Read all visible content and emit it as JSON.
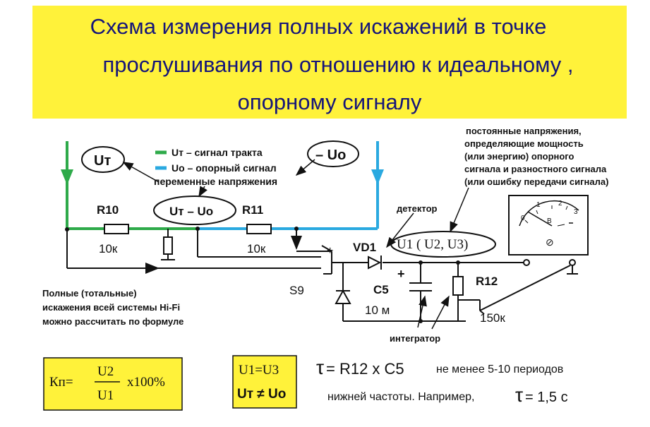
{
  "title": {
    "line1": "Схема измерения полных  искажений в точке",
    "line2": "прослушивания по отношению к идеальному ,",
    "line3": "опорному сигналу"
  },
  "colors": {
    "title_bg": "#fff23a",
    "title_text": "#15157a",
    "signal_path": "#2eaa4a",
    "reference_path": "#2aa9e0",
    "wire": "#111111"
  },
  "legend": {
    "ut_label": "Uт",
    "uo_label": "– Uo",
    "ut_desc": "Uт – сигнал тракта",
    "uo_desc": "Uo – опорный сигнал",
    "ac_voltages": "переменные напряжения"
  },
  "components": {
    "r10": "R10",
    "r10_value": "10к",
    "r11": "R11",
    "r11_value": "10к",
    "diff_label": "Uт – Uo",
    "switch": "S9",
    "vd1": "VD1",
    "c5": "C5",
    "c5_value": "10 м",
    "r12": "R12",
    "r12_value": "150к",
    "u_labels": "U1 ( U2, U3)"
  },
  "meter": {
    "scale": [
      "0",
      "1",
      "2",
      "3"
    ],
    "letter": "В",
    "adjust": "⊘"
  },
  "annotations": {
    "detector": "детектор",
    "integrator": "интегратор",
    "dc_voltages": [
      "постоянные напряжения,",
      "определяющие мощность",
      "(или энергию) опорного",
      "сигнала и разностного сигнала",
      "(или ошибку передачи сигнала)"
    ],
    "distortion_note": [
      "Полные (тотальные)",
      "искажения всей системы Hi-Fi",
      "можно рассчитать по формуле"
    ]
  },
  "formulas": {
    "kp": "Кп=",
    "numerator": "U2",
    "denominator": "U1",
    "percent": "x100%",
    "equality": "U1=U3",
    "inequality": "Uт ≠ Uo",
    "tau_symbol": "τ",
    "tau_expr": " = R12 x C5",
    "tau_note": "не менее   5-10 периодов",
    "tau_note2": "нижней частоты. Например,",
    "tau_example": " = 1,5 с"
  }
}
